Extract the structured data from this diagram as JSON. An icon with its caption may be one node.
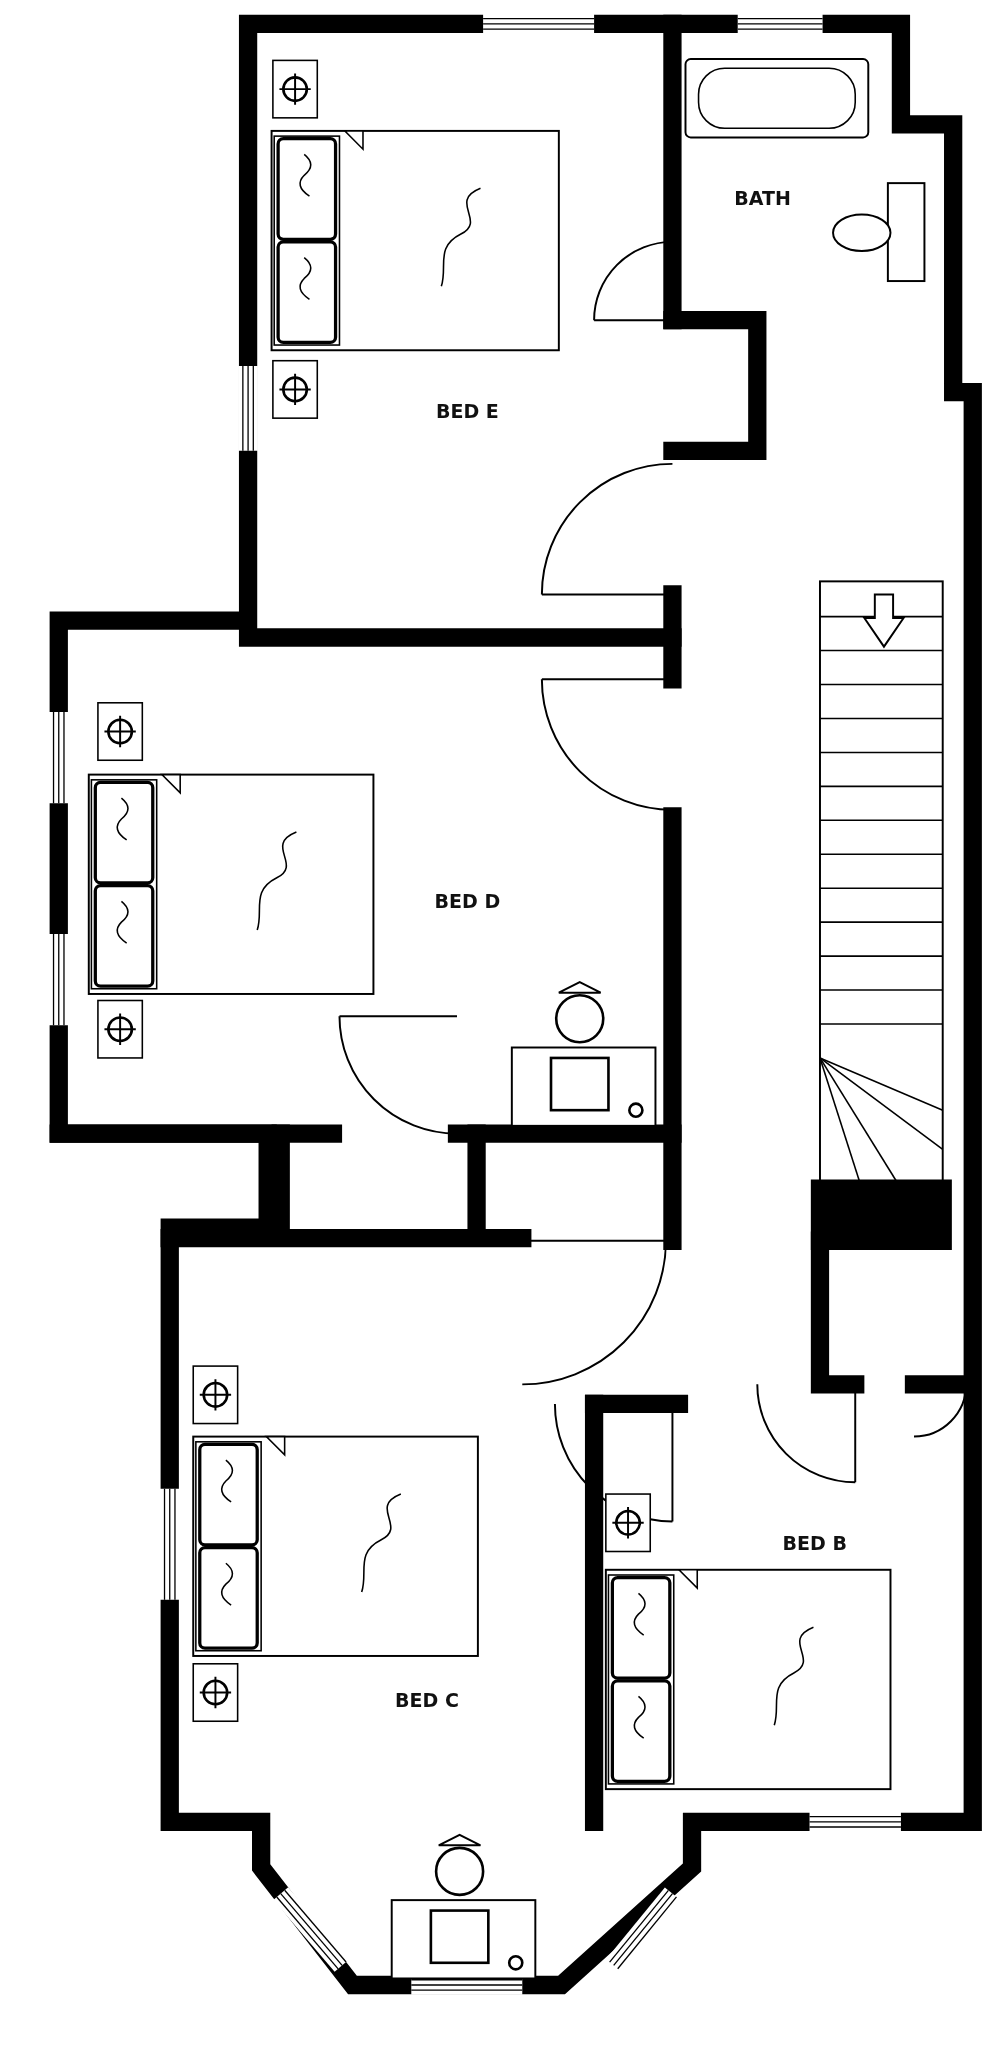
{
  "diagram": {
    "nodes": [
      {
        "text": [
          "BATH"
        ]
      },
      {
        "text": [
          "BED E"
        ]
      },
      {
        "text": [
          "BED D"
        ]
      },
      {
        "text": [
          "BED B"
        ]
      },
      {
        "text": [
          "BED C"
        ]
      }
    ]
  }
}
